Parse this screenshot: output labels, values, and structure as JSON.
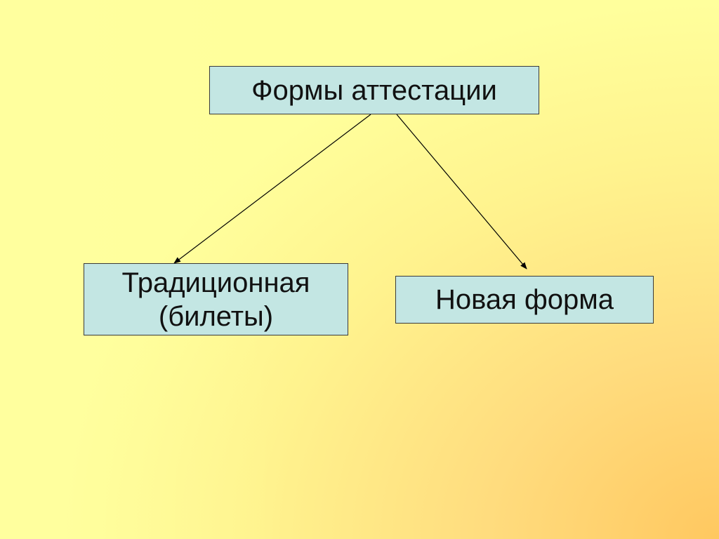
{
  "diagram": {
    "root": {
      "label": "Формы аттестации"
    },
    "children": [
      {
        "label": "Традиционная\n(билеты)"
      },
      {
        "label": "Новая форма"
      }
    ]
  },
  "colors": {
    "node_fill": "#c3e6e3",
    "node_border": "#3a3a3a",
    "background_light": "#ffff9c",
    "background_warm": "#ffc860",
    "line": "#000000"
  }
}
